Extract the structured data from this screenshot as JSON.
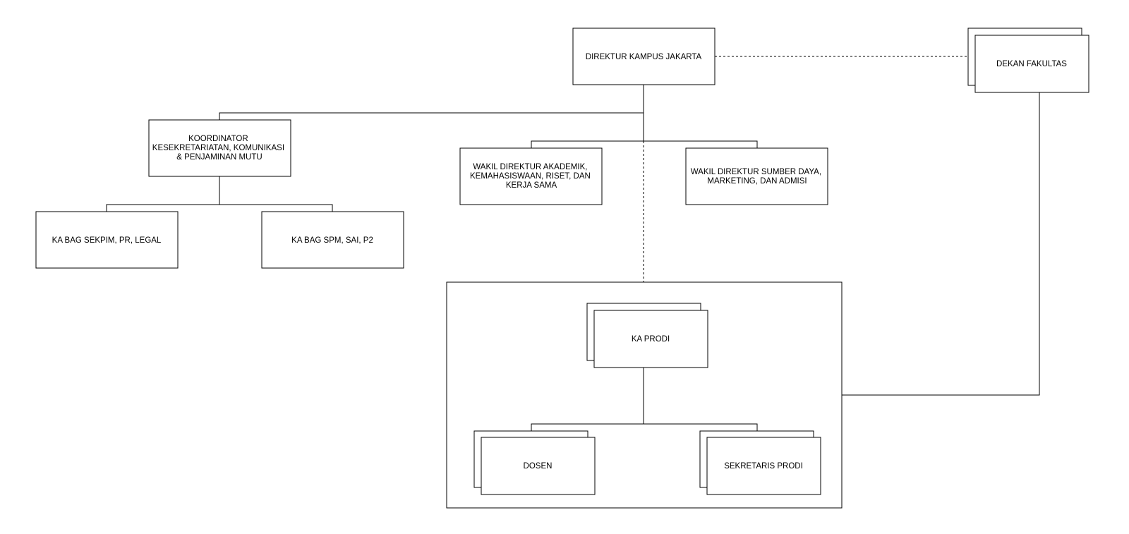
{
  "diagram": {
    "nodes": {
      "direktur": {
        "label": [
          "DIREKTUR KAMPUS JAKARTA"
        ],
        "stacked": false
      },
      "dekan": {
        "label": [
          "DEKAN FAKULTAS"
        ],
        "stacked": true
      },
      "koordinator": {
        "label": [
          "KOORDINATOR",
          "KESEKRETARIATAN, KOMUNIKASI",
          "& PENJAMINAN MUTU"
        ],
        "stacked": false
      },
      "wakil_akademik": {
        "label": [
          "WAKIL DIREKTUR AKADEMIK,",
          "KEMAHASISWAAN, RISET, DAN",
          "KERJA SAMA"
        ],
        "stacked": false
      },
      "wakil_sumber_daya": {
        "label": [
          "WAKIL DIREKTUR SUMBER DAYA,",
          "MARKETING, DAN ADMISI"
        ],
        "stacked": false
      },
      "ka_bag_sekpim": {
        "label": [
          "KA BAG SEKPIM, PR, LEGAL"
        ],
        "stacked": false
      },
      "ka_bag_spm": {
        "label": [
          "KA BAG SPM, SAI, P2"
        ],
        "stacked": false
      },
      "ka_prodi": {
        "label": [
          "KA PRODI"
        ],
        "stacked": true
      },
      "dosen": {
        "label": [
          "DOSEN"
        ],
        "stacked": true
      },
      "sekretaris_prodi": {
        "label": [
          "SEKRETARIS PRODI"
        ],
        "stacked": true
      }
    },
    "edges": [
      {
        "from": "direktur",
        "to": "koordinator",
        "style": "solid"
      },
      {
        "from": "direktur",
        "to": "wakil_akademik",
        "style": "solid"
      },
      {
        "from": "direktur",
        "to": "wakil_sumber_daya",
        "style": "solid"
      },
      {
        "from": "koordinator",
        "to": "ka_bag_sekpim",
        "style": "solid"
      },
      {
        "from": "koordinator",
        "to": "ka_bag_spm",
        "style": "solid"
      },
      {
        "from": "direktur",
        "to": "dekan",
        "style": "dashed"
      },
      {
        "from": "direktur",
        "to": "prodi_group",
        "style": "dashed"
      },
      {
        "from": "dekan",
        "to": "prodi_group",
        "style": "solid"
      },
      {
        "from": "ka_prodi",
        "to": "dosen",
        "style": "solid"
      },
      {
        "from": "ka_prodi",
        "to": "sekretaris_prodi",
        "style": "solid"
      }
    ]
  }
}
